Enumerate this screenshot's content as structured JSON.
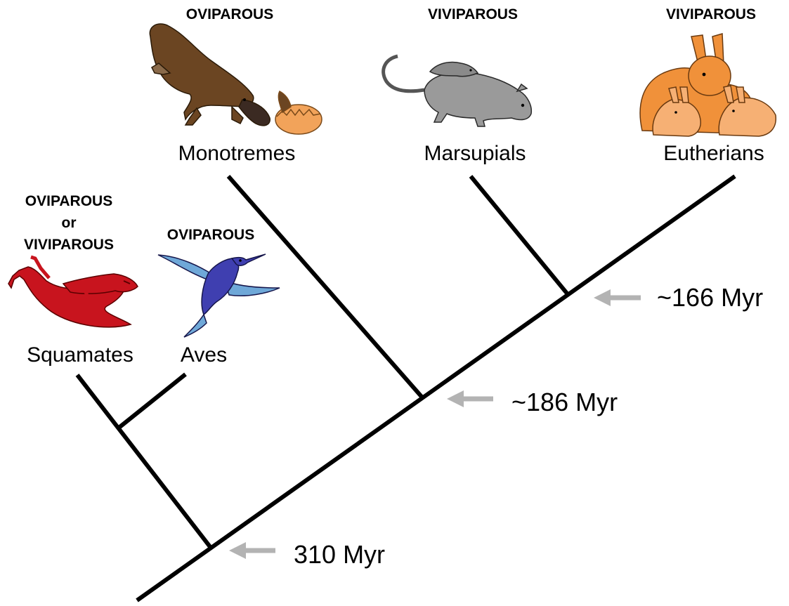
{
  "taxa": [
    {
      "name": "Squamates",
      "mode_lines": [
        "OVIPAROUS",
        "or",
        "VIVIPAROUS"
      ],
      "animal": "lizard-icon"
    },
    {
      "name": "Aves",
      "mode_lines": [
        "OVIPAROUS"
      ],
      "animal": "hummingbird-icon"
    },
    {
      "name": "Monotremes",
      "mode_lines": [
        "OVIPAROUS"
      ],
      "animal": "platypus-icon"
    },
    {
      "name": "Marsupials",
      "mode_lines": [
        "VIVIPAROUS"
      ],
      "animal": "opossum-icon"
    },
    {
      "name": "Eutherians",
      "mode_lines": [
        "VIVIPAROUS"
      ],
      "animal": "rabbit-icon"
    }
  ],
  "divergences": [
    {
      "label": "310 Myr"
    },
    {
      "label": "~186 Myr"
    },
    {
      "label": "~166 Myr"
    }
  ],
  "colors": {
    "branch": "#000000",
    "arrow": "#b3b3b3",
    "lizard": "#c8141e",
    "hummingbird": "#3f3fb0",
    "platypus": "#6b4522",
    "egg": "#f2a35a",
    "opossum": "#9a9a9a",
    "rabbit": "#f0913a"
  }
}
